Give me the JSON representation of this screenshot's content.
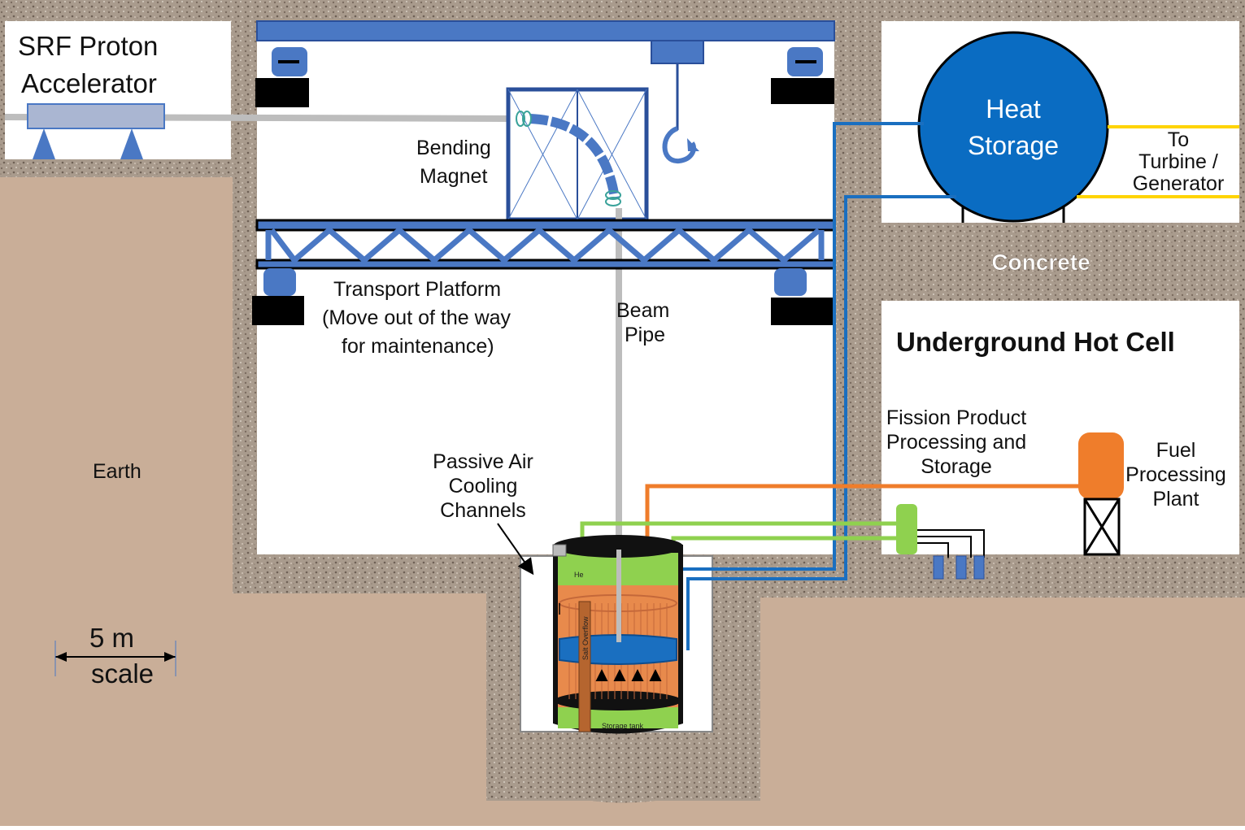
{
  "labels": {
    "accelerator_line1": "SRF Proton",
    "accelerator_line2": "Accelerator",
    "bending_magnet_line1": "Bending",
    "bending_magnet_line2": "Magnet",
    "transport_line1": "Transport Platform",
    "transport_line2": "(Move out of the way",
    "transport_line3": "for maintenance)",
    "beam_pipe_line1": "Beam",
    "beam_pipe_line2": "Pipe",
    "heat_storage_line1": "Heat",
    "heat_storage_line2": "Storage",
    "turbine_line1": "To",
    "turbine_line2": "Turbine /",
    "turbine_line3": "Generator",
    "concrete": "Concrete",
    "hot_cell": "Underground Hot Cell",
    "fission_line1": "Fission Product",
    "fission_line2": "Processing and",
    "fission_line3": "Storage",
    "fuel_line1": "Fuel",
    "fuel_line2": "Processing",
    "fuel_line3": "Plant",
    "earth": "Earth",
    "cooling_line1": "Passive Air",
    "cooling_line2": "Cooling",
    "cooling_line3": "Channels",
    "scale_line1": "5 m",
    "scale_line2": "scale",
    "helium": "He",
    "salt_overflow": "Salt Overflow",
    "storage_tank": "Storage tank"
  },
  "colors": {
    "earth": "#c9ae98",
    "concrete": "#a89a8c",
    "steel_blue": "#4a78c4",
    "dark_blue": "#2a4f9a",
    "heat_storage": "#0a6cc2",
    "pipe_blue": "#1a6fc0",
    "pipe_orange": "#ef7d2b",
    "pipe_green": "#8fd14f",
    "pipe_yellow": "#ffd400",
    "beam_grey": "#bdbdbd",
    "core_orange": "#e88a4c"
  }
}
